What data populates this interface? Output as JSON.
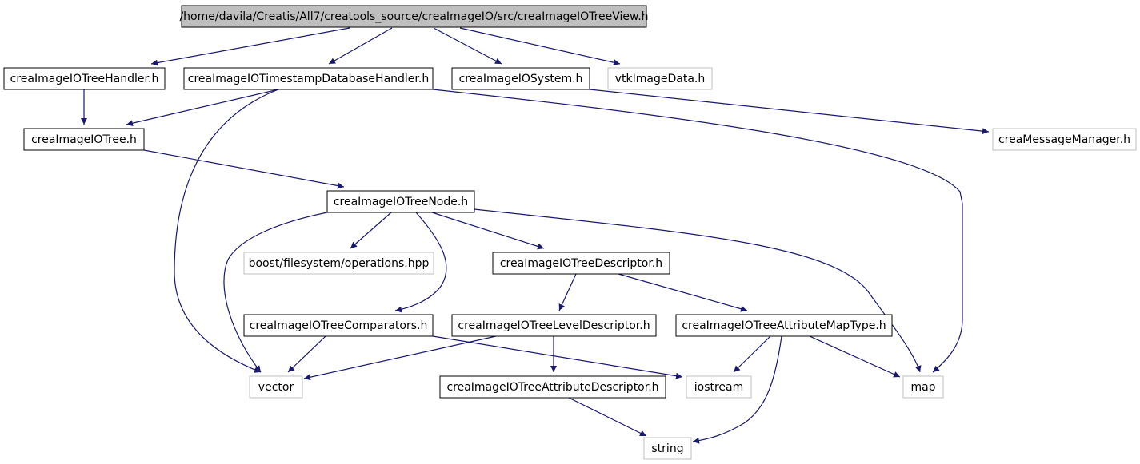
{
  "colors": {
    "edge": "#191970",
    "root_fill": "#bfbfbf",
    "documented_border": "#000000",
    "external_border": "#bfbfbf",
    "text": "#000000"
  },
  "nodes": {
    "root": {
      "label": "/home/davila/Creatis/All7/creatools_source/creaImageIO/src/creaImageIOTreeView.h",
      "kind": "root"
    },
    "tree_handler": {
      "label": "creaImageIOTreeHandler.h",
      "kind": "documented"
    },
    "timestamp_db": {
      "label": "creaImageIOTimestampDatabaseHandler.h",
      "kind": "documented"
    },
    "system": {
      "label": "creaImageIOSystem.h",
      "kind": "documented"
    },
    "vtk_image_data": {
      "label": "vtkImageData.h",
      "kind": "external"
    },
    "tree": {
      "label": "creaImageIOTree.h",
      "kind": "documented"
    },
    "message_manager": {
      "label": "creaMessageManager.h",
      "kind": "external"
    },
    "tree_node": {
      "label": "creaImageIOTreeNode.h",
      "kind": "documented"
    },
    "boost_fs": {
      "label": "boost/filesystem/operations.hpp",
      "kind": "external"
    },
    "tree_descriptor": {
      "label": "creaImageIOTreeDescriptor.h",
      "kind": "documented"
    },
    "tree_comparators": {
      "label": "creaImageIOTreeComparators.h",
      "kind": "documented"
    },
    "level_descriptor": {
      "label": "creaImageIOTreeLevelDescriptor.h",
      "kind": "documented"
    },
    "attr_map_type": {
      "label": "creaImageIOTreeAttributeMapType.h",
      "kind": "documented"
    },
    "vector": {
      "label": "vector",
      "kind": "external"
    },
    "attr_descriptor": {
      "label": "creaImageIOTreeAttributeDescriptor.h",
      "kind": "documented"
    },
    "iostream": {
      "label": "iostream",
      "kind": "external"
    },
    "map": {
      "label": "map",
      "kind": "external"
    },
    "string": {
      "label": "string",
      "kind": "external"
    }
  },
  "edges": [
    {
      "from": "root",
      "to": "tree_handler"
    },
    {
      "from": "root",
      "to": "timestamp_db"
    },
    {
      "from": "root",
      "to": "system"
    },
    {
      "from": "root",
      "to": "vtk_image_data"
    },
    {
      "from": "tree_handler",
      "to": "tree"
    },
    {
      "from": "timestamp_db",
      "to": "tree"
    },
    {
      "from": "timestamp_db",
      "to": "vector"
    },
    {
      "from": "timestamp_db",
      "to": "map"
    },
    {
      "from": "system",
      "to": "message_manager"
    },
    {
      "from": "tree",
      "to": "tree_node"
    },
    {
      "from": "tree_node",
      "to": "vector"
    },
    {
      "from": "tree_node",
      "to": "boost_fs"
    },
    {
      "from": "tree_node",
      "to": "tree_comparators"
    },
    {
      "from": "tree_node",
      "to": "tree_descriptor"
    },
    {
      "from": "tree_node",
      "to": "map"
    },
    {
      "from": "tree_comparators",
      "to": "vector"
    },
    {
      "from": "tree_comparators",
      "to": "iostream"
    },
    {
      "from": "tree_descriptor",
      "to": "level_descriptor"
    },
    {
      "from": "tree_descriptor",
      "to": "attr_map_type"
    },
    {
      "from": "level_descriptor",
      "to": "vector"
    },
    {
      "from": "level_descriptor",
      "to": "attr_descriptor"
    },
    {
      "from": "attr_map_type",
      "to": "iostream"
    },
    {
      "from": "attr_map_type",
      "to": "map"
    },
    {
      "from": "attr_map_type",
      "to": "string"
    },
    {
      "from": "attr_descriptor",
      "to": "string"
    }
  ]
}
